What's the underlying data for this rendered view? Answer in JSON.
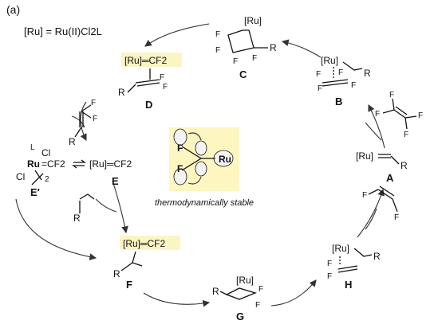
{
  "panel_label": "(a)",
  "definition": "[Ru] = Ru(II)Cl2L",
  "center_caption": "thermodynamically stable",
  "center_orbital_labels": {
    "fluorine": "F",
    "ruthenium": "Ru"
  },
  "compound_labels": {
    "A": "A",
    "B": "B",
    "C": "C",
    "D": "D",
    "E": "E",
    "E_prime": "E′",
    "F": "F",
    "G": "G",
    "H": "H"
  },
  "fragments": {
    "ru": "[Ru]",
    "ru_cf2": "[Ru]═CF2",
    "f": "F",
    "r": "R",
    "cl": "Cl",
    "l": "L",
    "ru_atom": "Ru",
    "cf2": "=CF2",
    "two": "2"
  },
  "colors": {
    "highlight": "#fbf5c4",
    "center_box": "#fdf6c0",
    "orbital_fill": "#f3f3f3",
    "ink": "#111111"
  }
}
